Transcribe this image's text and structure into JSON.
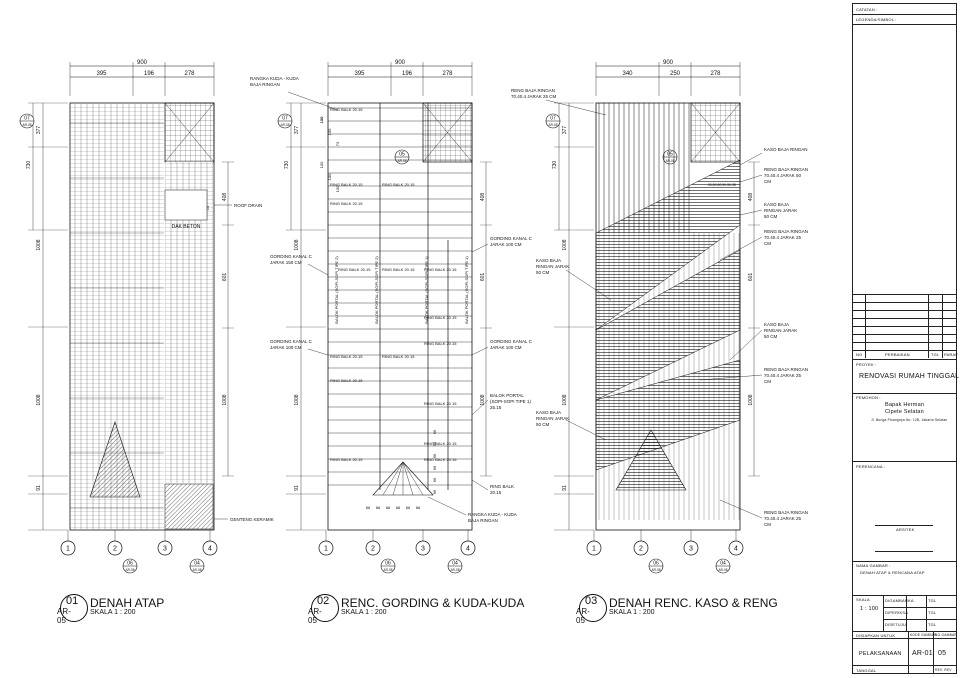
{
  "drawings": [
    {
      "num": "01",
      "code": "AR-05",
      "title": "DENAH ATAP",
      "scale": "SKALA 1 : 200",
      "dims_top": {
        "total": "900",
        "parts": [
          "395",
          "196",
          "278"
        ]
      },
      "dims_left": [
        "377",
        "730",
        "1008",
        "1008",
        "91"
      ],
      "dims_right": [
        "408",
        "601",
        "1008"
      ],
      "labels": {
        "roof_drain": "ROOF DRAIN",
        "dak_beton": "DAK BETON",
        "genteng": "GENTENG KERAMIK",
        "h14": "14"
      }
    },
    {
      "num": "02",
      "code": "AR-05",
      "title": "RENC. GORDING & KUDA-KUDA",
      "scale": "SKALA 1 : 200",
      "dims_top": {
        "total": "900",
        "parts": [
          "395",
          "196",
          "278"
        ]
      },
      "dims_left": [
        "377",
        "730",
        "1008",
        "1008",
        "91"
      ],
      "dims_right": [
        "408",
        "601",
        "1008"
      ],
      "dims_col": [
        "100",
        "100",
        "100",
        "100",
        "100",
        "73",
        "100"
      ],
      "dims_bottom": [
        "66",
        "66",
        "66",
        "66",
        "66",
        "66"
      ],
      "dims_side": [
        "66",
        "66",
        "66",
        "66",
        "66",
        "66"
      ],
      "labels": {
        "rangka_top": "RANGKA KUDA - KUDA BAJA RINGAN",
        "ring_balk": "RING BALK 20.15",
        "ring_balk2": "RING BALK 20.15",
        "gording150": "GORDING KANAL C JARAK 150 CM",
        "gording100a": "GORDING KANAL C JARAK 100 CM",
        "gording100b": "GORDING KANAL C JARAK 100 CM",
        "gording100c": "GORDING KANAL C JARAK 100 CM",
        "balok_portal": "BALOK PORTAL (SOPI-SOPI TIPE 1) 25.15",
        "ring_balk_b": "RING BALK 20.15",
        "rangka_bottom": "RANGKA KUDA - KUDA BAJA RINGAN",
        "sopi2": "BALOK PORTAL (SOPI-SOPI TIPE 2)",
        "sopi1": "BALOK PORTAL (SOPI-SOPI TIPE 1)"
      }
    },
    {
      "num": "03",
      "code": "AR-05",
      "title": "DENAH RENC. KASO & RENG",
      "scale": "SKALA 1 : 200",
      "dims_top": {
        "total": "900",
        "parts": [
          "340",
          "250",
          "278"
        ]
      },
      "dims_left": [
        "377",
        "730",
        "1008",
        "1008",
        "91"
      ],
      "dims_right": [
        "408",
        "601",
        "1008"
      ],
      "dims_small": "30,50,50,50,50,38",
      "labels": {
        "reng_top": "RENG BAJA RINGAN 70.40.4 JARAK 25 CM",
        "kaso1": "KASO BAJA RINGAN",
        "reng1": "RENG BAJA RINGAN 70.40.4 JARAK 50 CM",
        "kaso2": "KASO BAJA RINGAN JARAK 50 CM",
        "reng2": "RENG BAJA RINGAN 70.40.4 JARAK 25 CM",
        "kaso3": "KASO BAJA RINGAN JARAK 50 CM",
        "kaso4": "KASO BAJA RINGAN JARAK 50 CM",
        "reng3": "RENG BAJA RINGAN 70.40.4 JARAK 25 CM",
        "kaso5": "KASO BAJA RINGAN JARAK 50 CM",
        "reng4": "RENG BAJA RINGAN 70.40.4 JARAK 25 CM"
      }
    }
  ],
  "grid_marks": [
    "1",
    "2",
    "3",
    "4"
  ],
  "section_marks": {
    "top": {
      "num": "07",
      "code": "AR-08"
    },
    "mid": {
      "num": "05",
      "code": "AR-08"
    },
    "b1": {
      "num": "06",
      "code": "AR-08"
    },
    "b2": {
      "num": "04",
      "code": "AR-08"
    }
  },
  "title_block": {
    "catatan": "CATATAN :",
    "legenda": "LEGENDA/SIMBOL :",
    "rev_headers": [
      "NO",
      "PERBAIKAN",
      "TGL",
      "PARAF"
    ],
    "proyek_label": "PROYEK :",
    "proyek": "RENOVASI RUMAH TINGGAL",
    "pemohon_label": "PEMOHON :",
    "pemohon_name": "Bapak Herman",
    "pemohon_loc": "Cipete Selatan",
    "pemohon_addr": "Jl. Bunga Pisangnya No. 12B, Jakarta Selatan",
    "perencana_label": "PERENCANA :",
    "arsitek": "ARSITEK",
    "nama_gambar_label": "NAMA GAMBAR :",
    "nama_gambar": "DENAH ATAP & RENCANA ATAP",
    "skala_label": "SKALA",
    "skala": "1 : 100",
    "digambar": "DIGAMBAR",
    "diperiksa": "DIPERIKSA",
    "disetujui": "DISETUJUI",
    "ka": "KA",
    "tgl": "TGL",
    "disiapkan": "DISIAPKAN UNTUK",
    "kode_gambar": "KODE GAMBAR",
    "no_gambar": "NO.GAMBAR",
    "pelaksanaan": "PELAKSANAAN",
    "kode": "AR-01",
    "no": "05",
    "tanggal": "TANGGAL",
    "rev": "REV. REV"
  }
}
